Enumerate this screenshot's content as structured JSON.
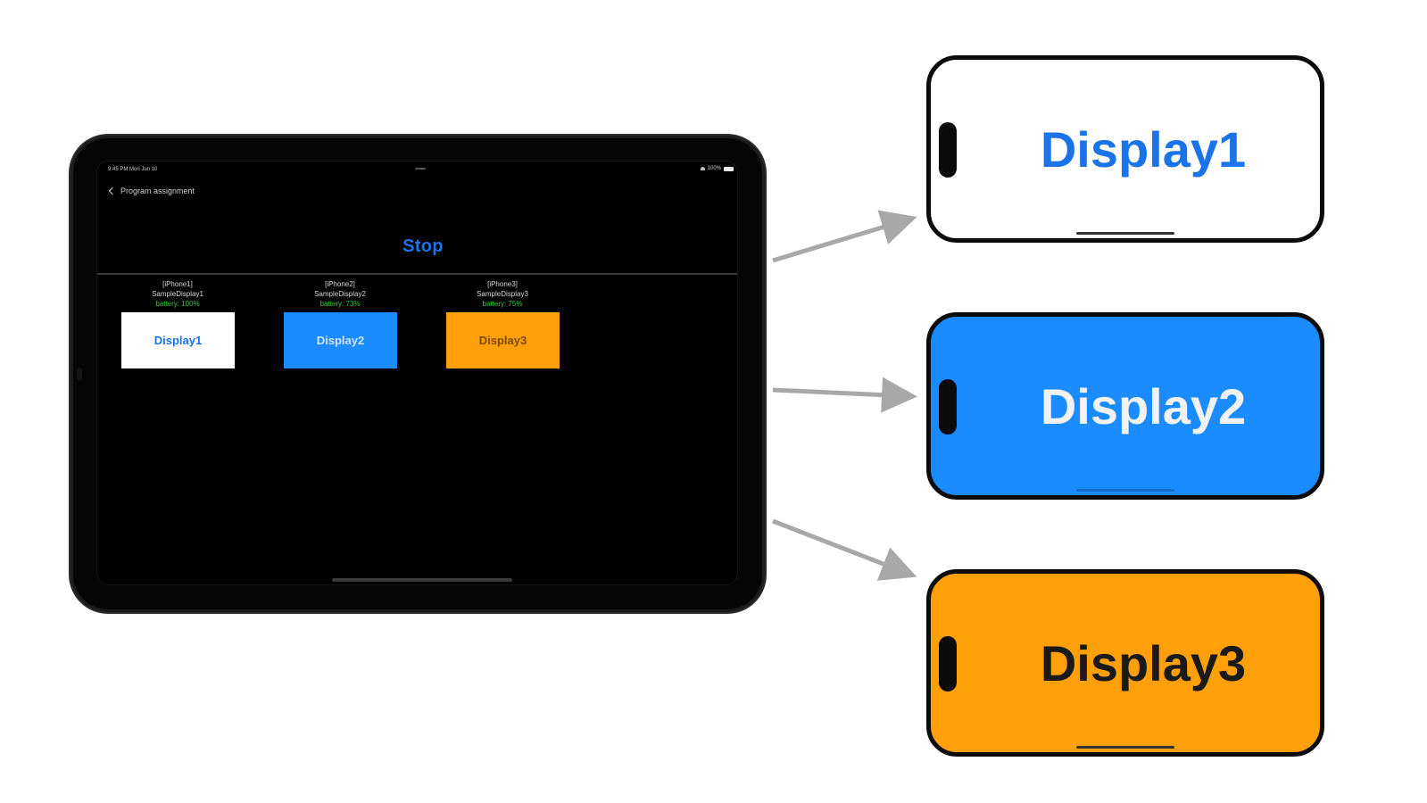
{
  "ipad": {
    "status_time": "9:45 PM   Mon Jun 10",
    "status_battery": "100%",
    "back_label": "Program assignment",
    "stop_label": "Stop",
    "devices": [
      {
        "name": "[iPhone1]",
        "display_name": "SampleDisplay1",
        "battery": "battery: 100%",
        "tile_label": "Display1",
        "tile_bg": "#ffffff",
        "tile_fg": "#1a73e8"
      },
      {
        "name": "[iPhone2]",
        "display_name": "SampleDisplay2",
        "battery": "battery: 73%",
        "tile_label": "Display2",
        "tile_bg": "#1a8cff",
        "tile_fg": "#cfe4ff"
      },
      {
        "name": "[iPhone3]",
        "display_name": "SampleDisplay3",
        "battery": "battery: 75%",
        "tile_label": "Display3",
        "tile_bg": "#ff9f0a",
        "tile_fg": "#7a4a00"
      }
    ]
  },
  "phones": [
    {
      "label": "Display1",
      "bg": "#ffffff",
      "fg": "#1a73e8"
    },
    {
      "label": "Display2",
      "bg": "#1a8cff",
      "fg": "#f2f2f2"
    },
    {
      "label": "Display3",
      "bg": "#ff9f0a",
      "fg": "#1a1a1a"
    }
  ],
  "colors": {
    "arrow": "#a8a8a8",
    "ipad_bezel": "#050505",
    "stop_blue": "#1a73e8",
    "battery_green": "#2ecc40"
  }
}
